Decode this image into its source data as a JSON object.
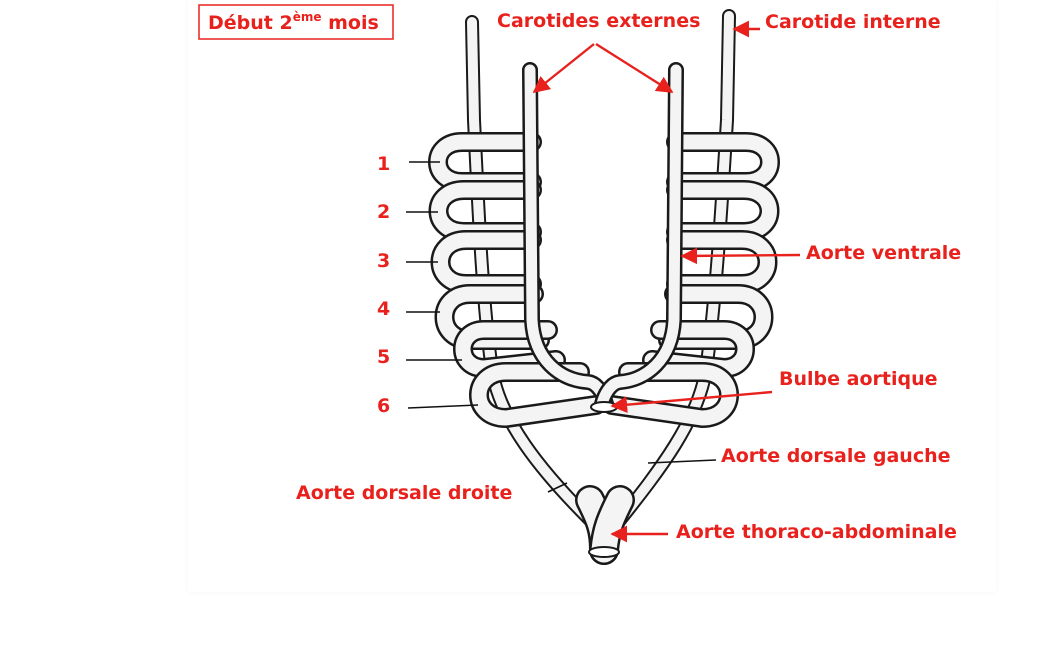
{
  "title": {
    "prefix": "Début 2",
    "sup": "ème",
    "suffix": " mois"
  },
  "labels": {
    "carotides_externes": "Carotides externes",
    "carotide_interne": "Carotide interne",
    "aorte_ventrale": "Aorte ventrale",
    "bulbe_aortique": "Bulbe aortique",
    "aorte_dorsale_gauche": "Aorte dorsale gauche",
    "aorte_dorsale_droite": "Aorte dorsale droite",
    "aorte_thoraco_abdominale": "Aorte thoraco-abdominale"
  },
  "arch_numbers": [
    "1",
    "2",
    "3",
    "4",
    "5",
    "6"
  ],
  "colors": {
    "label_red": "#e8211d",
    "outline": "#1a1a1a",
    "vessel_fill": "#f4f4f4"
  }
}
